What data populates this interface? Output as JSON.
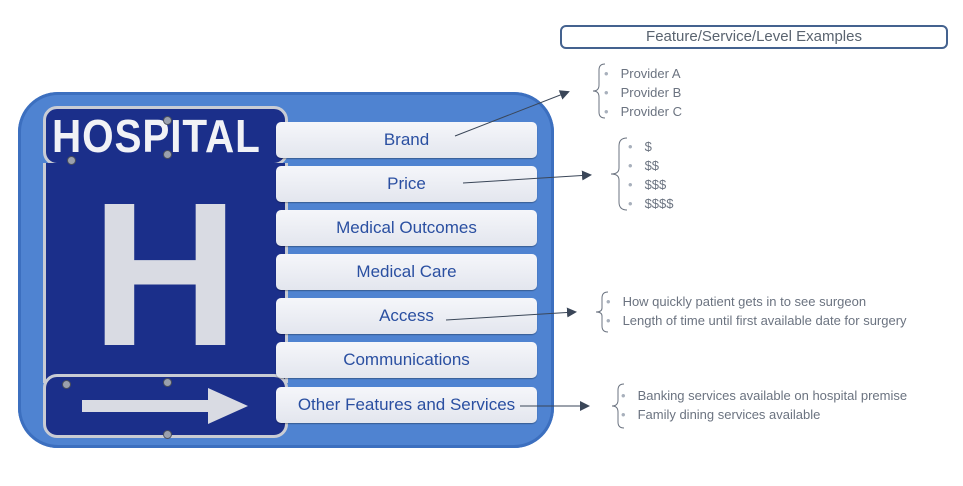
{
  "legend_title": "Feature/Service/Level Examples",
  "sign": {
    "word": "HOSPITAL",
    "letter": "H"
  },
  "services": [
    "Brand",
    "Price",
    "Medical Outcomes",
    "Medical Care",
    "Access",
    "Communications",
    "Other Features and Services"
  ],
  "examples": {
    "brand": [
      "Provider A",
      "Provider B",
      "Provider C"
    ],
    "price": [
      "$",
      "$$",
      "$$$",
      "$$$$"
    ],
    "access": [
      "How quickly patient gets in to see surgeon",
      "Length of time until first available date for surgery"
    ],
    "other": [
      "Banking services available on hospital premise",
      "Family dining services available"
    ]
  },
  "colors": {
    "panel": "#4f83d1",
    "plate": "#1b2f8a",
    "text_blue": "#2a4fa1",
    "arrow": "#3a4658"
  }
}
